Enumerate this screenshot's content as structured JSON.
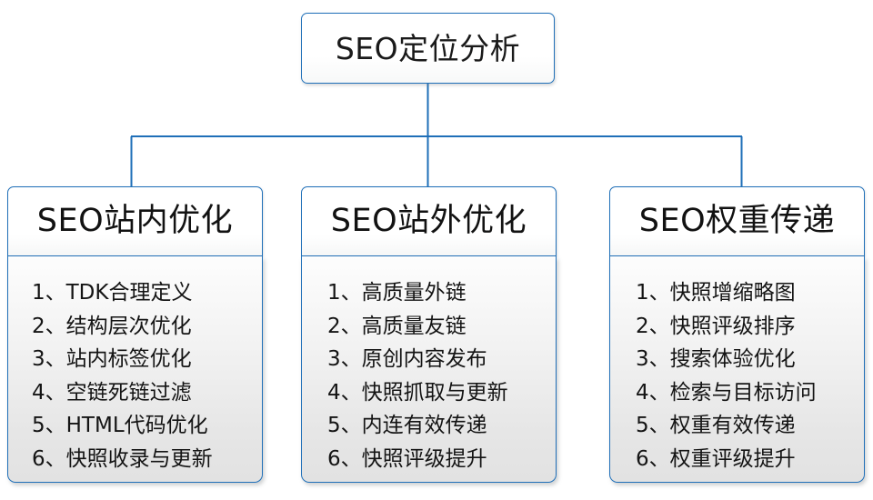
{
  "diagram": {
    "title": "SEO定位分析",
    "theme": {
      "border_color": "#1f6fb8",
      "connector_color": "#1f6fb8",
      "text_color": "#141414",
      "body_background": "#e6e6e6",
      "header_background": "#ffffff"
    },
    "root": {
      "label": "SEO定位分析"
    },
    "branches": [
      {
        "header": "SEO站内优化",
        "items": [
          "1、TDK合理定义",
          "2、结构层次优化",
          "3、站内标签优化",
          "4、空链死链过滤",
          "5、HTML代码优化",
          "6、快照收录与更新"
        ]
      },
      {
        "header": "SEO站外优化",
        "items": [
          "1、高质量外链",
          "2、高质量友链",
          "3、原创内容发布",
          "4、快照抓取与更新",
          "5、内连有效传递",
          "6、快照评级提升"
        ]
      },
      {
        "header": "SEO权重传递",
        "items": [
          "1、快照增缩略图",
          "2、快照评级排序",
          "3、搜索体验优化",
          "4、检索与目标访问",
          "5、权重有效传递",
          "6、权重评级提升"
        ]
      }
    ]
  }
}
